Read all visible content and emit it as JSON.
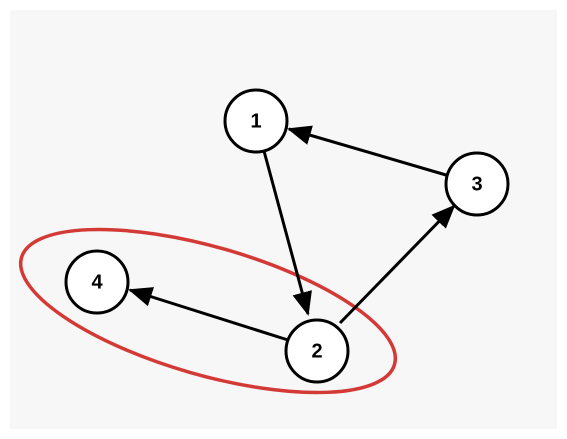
{
  "diagram": {
    "background_color": "#f7f7f7",
    "node_fill": "#ffffff",
    "node_stroke": "#000000",
    "edge_color": "#000000",
    "highlight_color": "#d33a36",
    "nodes": [
      {
        "id": "1",
        "label": "1"
      },
      {
        "id": "2",
        "label": "2"
      },
      {
        "id": "3",
        "label": "3"
      },
      {
        "id": "4",
        "label": "4"
      }
    ],
    "edges": [
      {
        "from": "1",
        "to": "2"
      },
      {
        "from": "2",
        "to": "3"
      },
      {
        "from": "3",
        "to": "1"
      },
      {
        "from": "2",
        "to": "4"
      }
    ],
    "highlight_group": [
      "2",
      "4"
    ]
  }
}
